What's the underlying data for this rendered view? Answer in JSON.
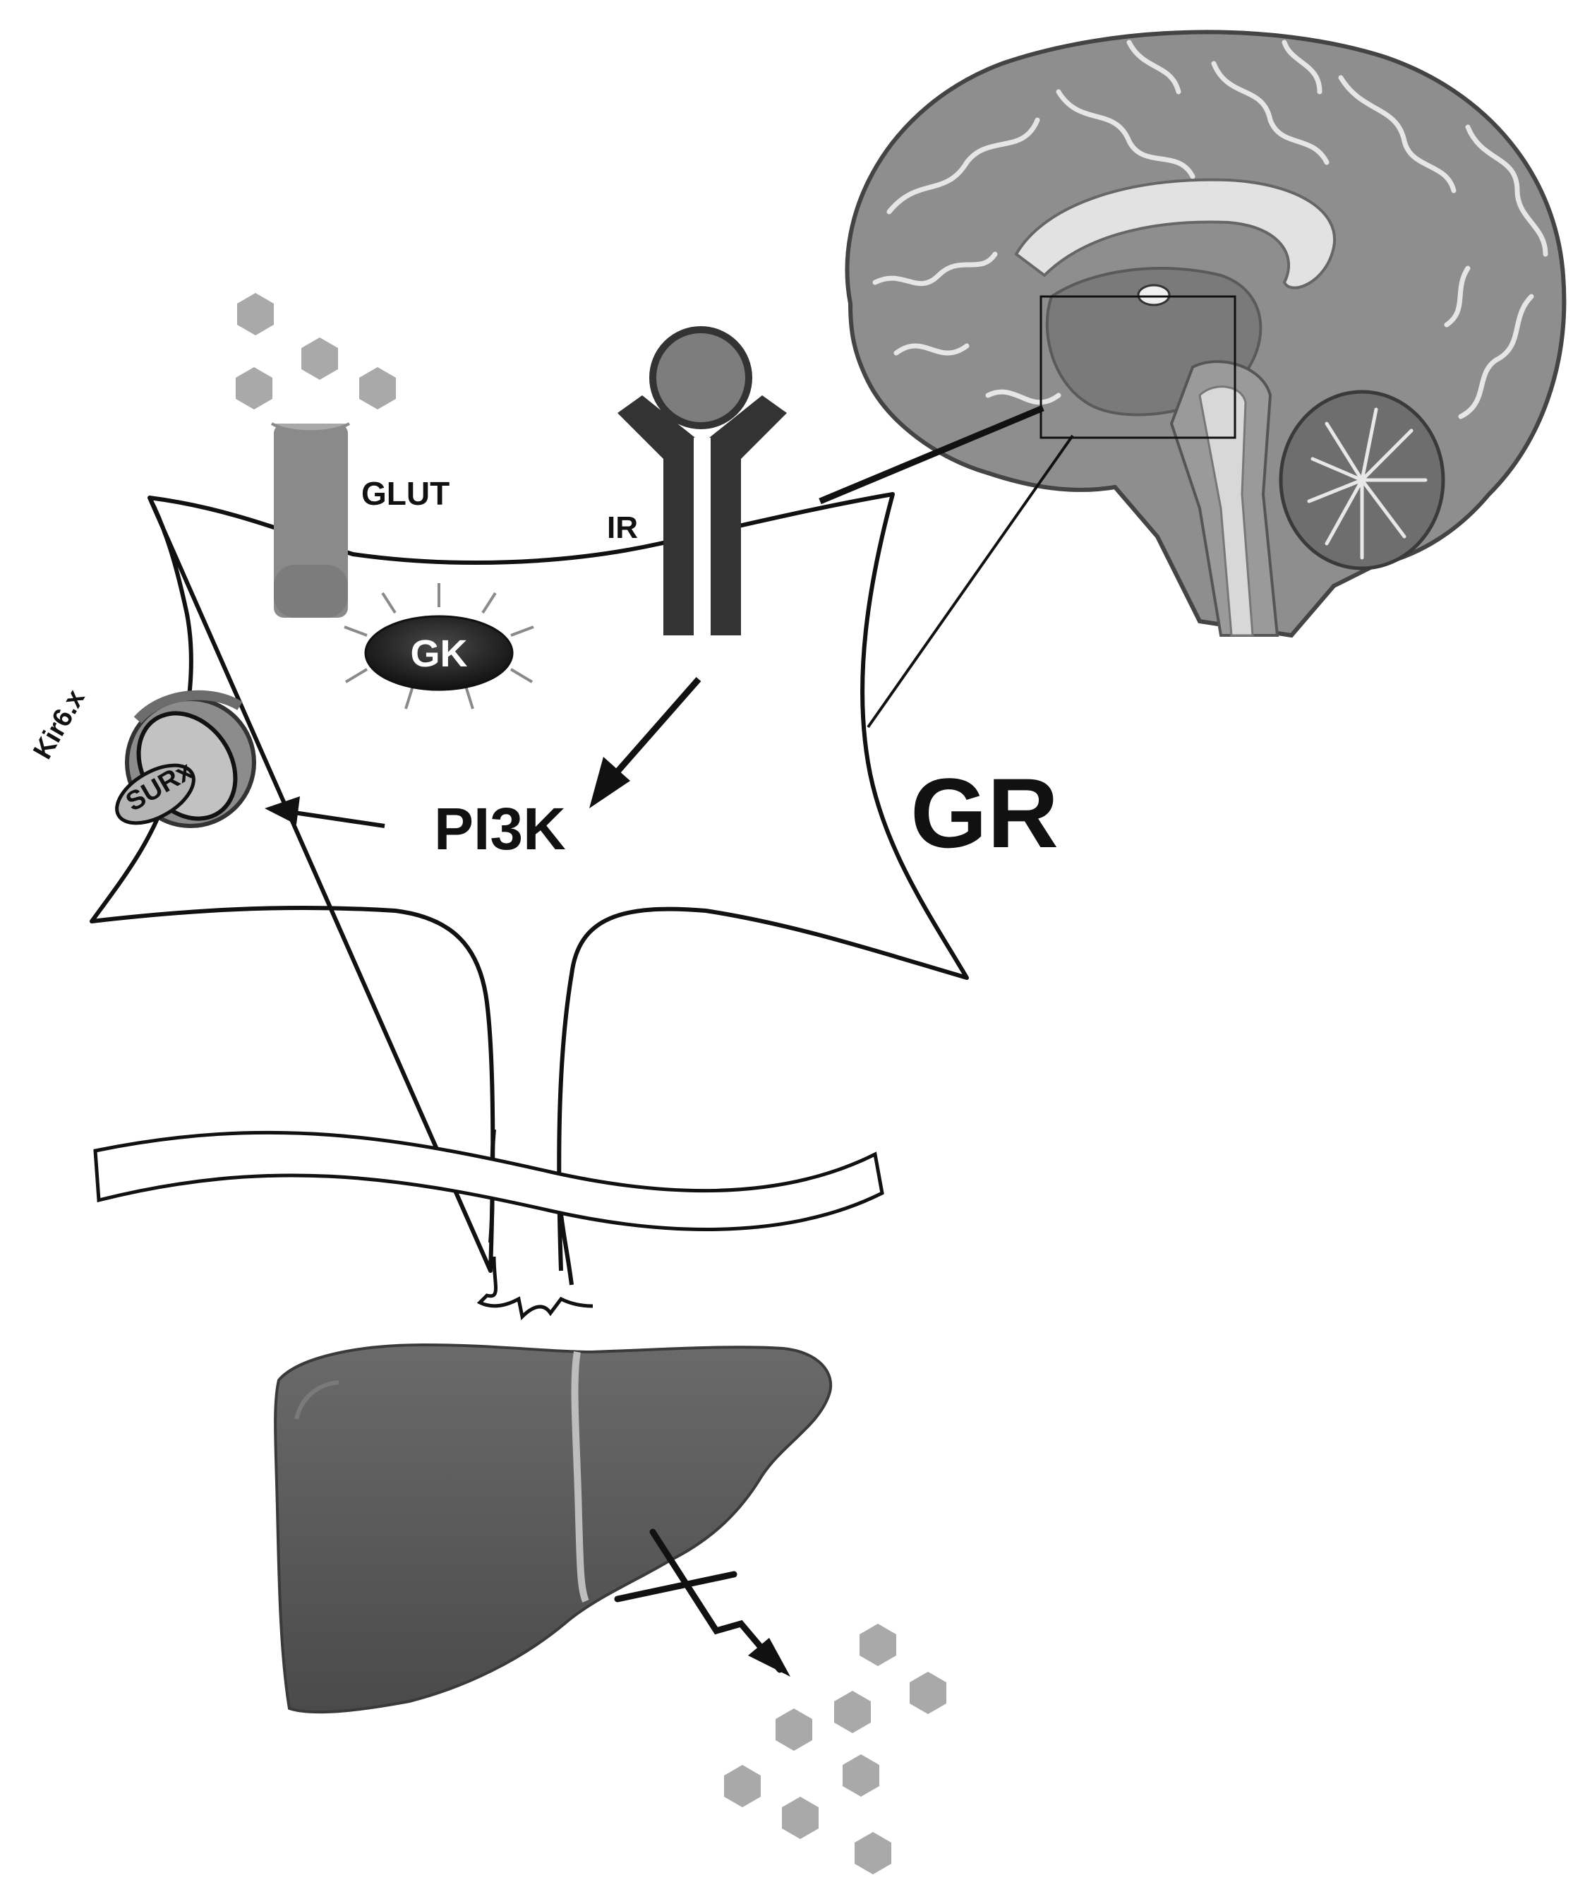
{
  "labels": {
    "glut": "GLUT",
    "ir": "IR",
    "gk": "GK",
    "kir": "Kir6.x",
    "surx": "SURx",
    "pi3k": "PI3K",
    "gr": "GR"
  },
  "colors": {
    "background": "#ffffff",
    "outline": "#111111",
    "glucose": "#a9a9a9",
    "glut_transporter": "#8a8a8a",
    "receptor": "#333333",
    "receptor_ligand": "#7d7d7d",
    "gk_enzyme": "#2a2a2a",
    "channel": "#8c8c8c",
    "channel_inner": "#c2c2c2",
    "brain_cortex": "#8e8e8e",
    "brain_inner": "#7a7a7a",
    "brain_white": "#e2e2e2",
    "cerebellum": "#6e6e6e",
    "liver": "#5a5a5a",
    "liver_ligament": "#bdbdbd"
  },
  "icons": [
    "glucose-hexagon",
    "glut-transporter",
    "insulin-receptor",
    "glucokinase",
    "katp-channel",
    "brain",
    "hypothalamus-box",
    "liver",
    "inhibited-arrow"
  ]
}
